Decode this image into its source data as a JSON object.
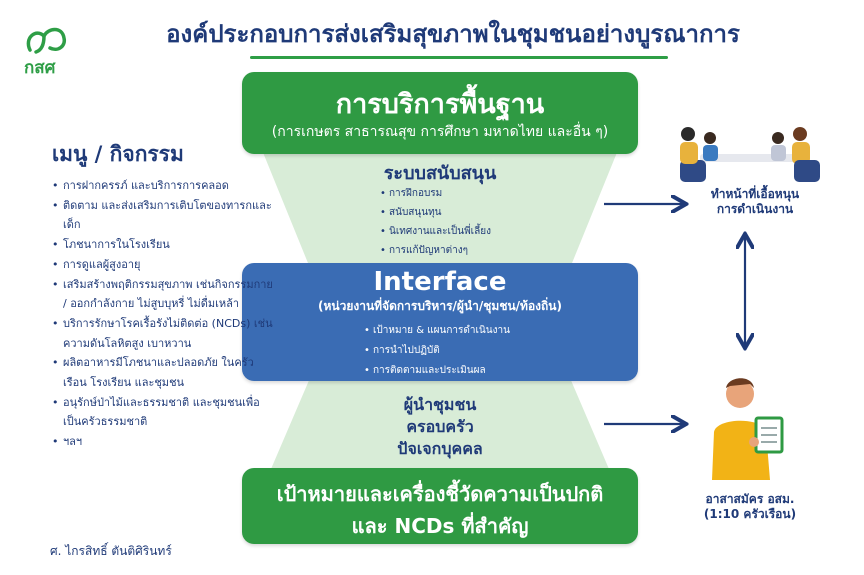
{
  "logo": {
    "text": "กสศ",
    "color": "#2e9e46"
  },
  "title": "องค์ประกอบการส่งเสริมสุขภาพในชุมชนอย่างบูรณาการ",
  "foundation": {
    "title": "การบริการพื้นฐาน",
    "subtitle": "(การเกษตร สาธารณสุข การศึกษา มหาดไทย และอื่น ๆ)"
  },
  "support": {
    "title": "ระบบสนับสนุน",
    "items": [
      "การฝึกอบรม",
      "สนับสนุนทุน",
      "นิเทศงานและเป็นพี่เลี้ยง",
      "การแก้ปัญหาต่างๆ"
    ]
  },
  "interface": {
    "title": "Interface",
    "subtitle": "(หน่วยงานที่จัดการบริหาร/ผู้นำ/ชุมชน/ท้องถิ่น)",
    "items": [
      "เป้าหมาย & แผนการดำเนินงาน",
      "การนำไปปฏิบัติ",
      "การติดตามและประเมินผล"
    ]
  },
  "community": [
    "ผู้นำชุมชน",
    "ครอบครัว",
    "ปัจเจกบุคคล"
  ],
  "goal": {
    "line1": "เป้าหมายและเครื่องชี้วัดความเป็นปกติ",
    "line2": "และ NCDs ที่สำคัญ"
  },
  "menu": {
    "heading": "เมนู / กิจกรรม",
    "items": [
      "การฝากครรภ์ และบริการการคลอด",
      "ติดตาม และส่งเสริมการเติบโตของทารกและเด็ก",
      "โภชนาการในโรงเรียน",
      "การดูแลผู้สูงอายุ",
      "เสริมสร้างพฤติกรรมสุขภาพ เช่นกิจกรรมกาย / ออกกำลังกาย ไม่สูบบุหรี่ ไม่ดื่มเหล้า",
      "บริการรักษาโรคเรื้อรังไม่ติดต่อ (NCDs) เช่นความดันโลหิตสูง เบาหวาน",
      "ผลิตอาหารมีโภชนาและปลอดภัย ในครัวเรือน โรงเรียน และชุมชน",
      "อนุรักษ์ป่าไม้และธรรมชาติ และชุมชนเพื่อเป็นครัวธรรมชาติ",
      "ฯลฯ"
    ]
  },
  "facilitator": {
    "line1": "ทำหน้าที่เอื้อหนุน",
    "line2": "การดำเนินงาน"
  },
  "volunteer": {
    "line1": "อาสาสมัคร อสม.",
    "line2": "(1:10 ครัวเรือน)"
  },
  "author": "ศ. ไกรสิทธิ์ ตันติศิรินทร์",
  "colors": {
    "green": "#2f9a43",
    "blue": "#3a6cb4",
    "navy": "#1f3a78",
    "funnel": "#d8ecd7"
  }
}
